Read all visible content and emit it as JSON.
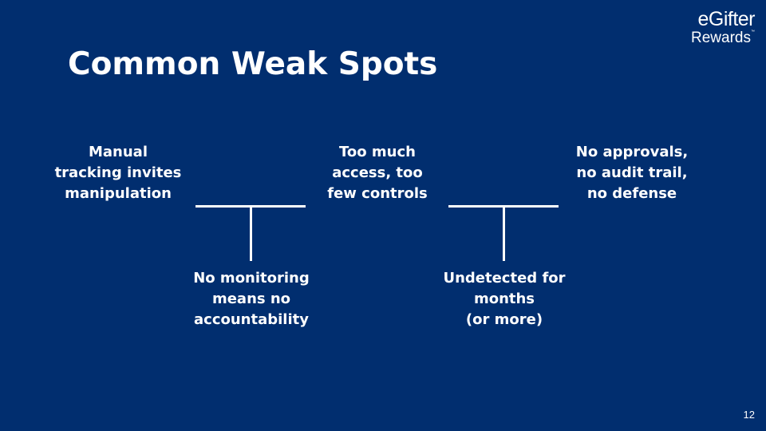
{
  "logo": {
    "line1": "eGifter",
    "line2": "Rewards",
    "tm": "™"
  },
  "title": "Common Weak Spots",
  "items": [
    {
      "lines": [
        "Manual",
        "tracking invites",
        "manipulation"
      ]
    },
    {
      "lines": [
        "No monitoring",
        "means no",
        "accountability"
      ]
    },
    {
      "lines": [
        "Too much",
        "access, too",
        "few controls"
      ]
    },
    {
      "lines": [
        "Undetected for",
        "months",
        "(or more)"
      ]
    },
    {
      "lines": [
        "No approvals,",
        "no audit trail,",
        "no defense"
      ]
    }
  ],
  "page_number": "12",
  "colors": {
    "background": "#012e6f",
    "text": "#ffffff"
  }
}
